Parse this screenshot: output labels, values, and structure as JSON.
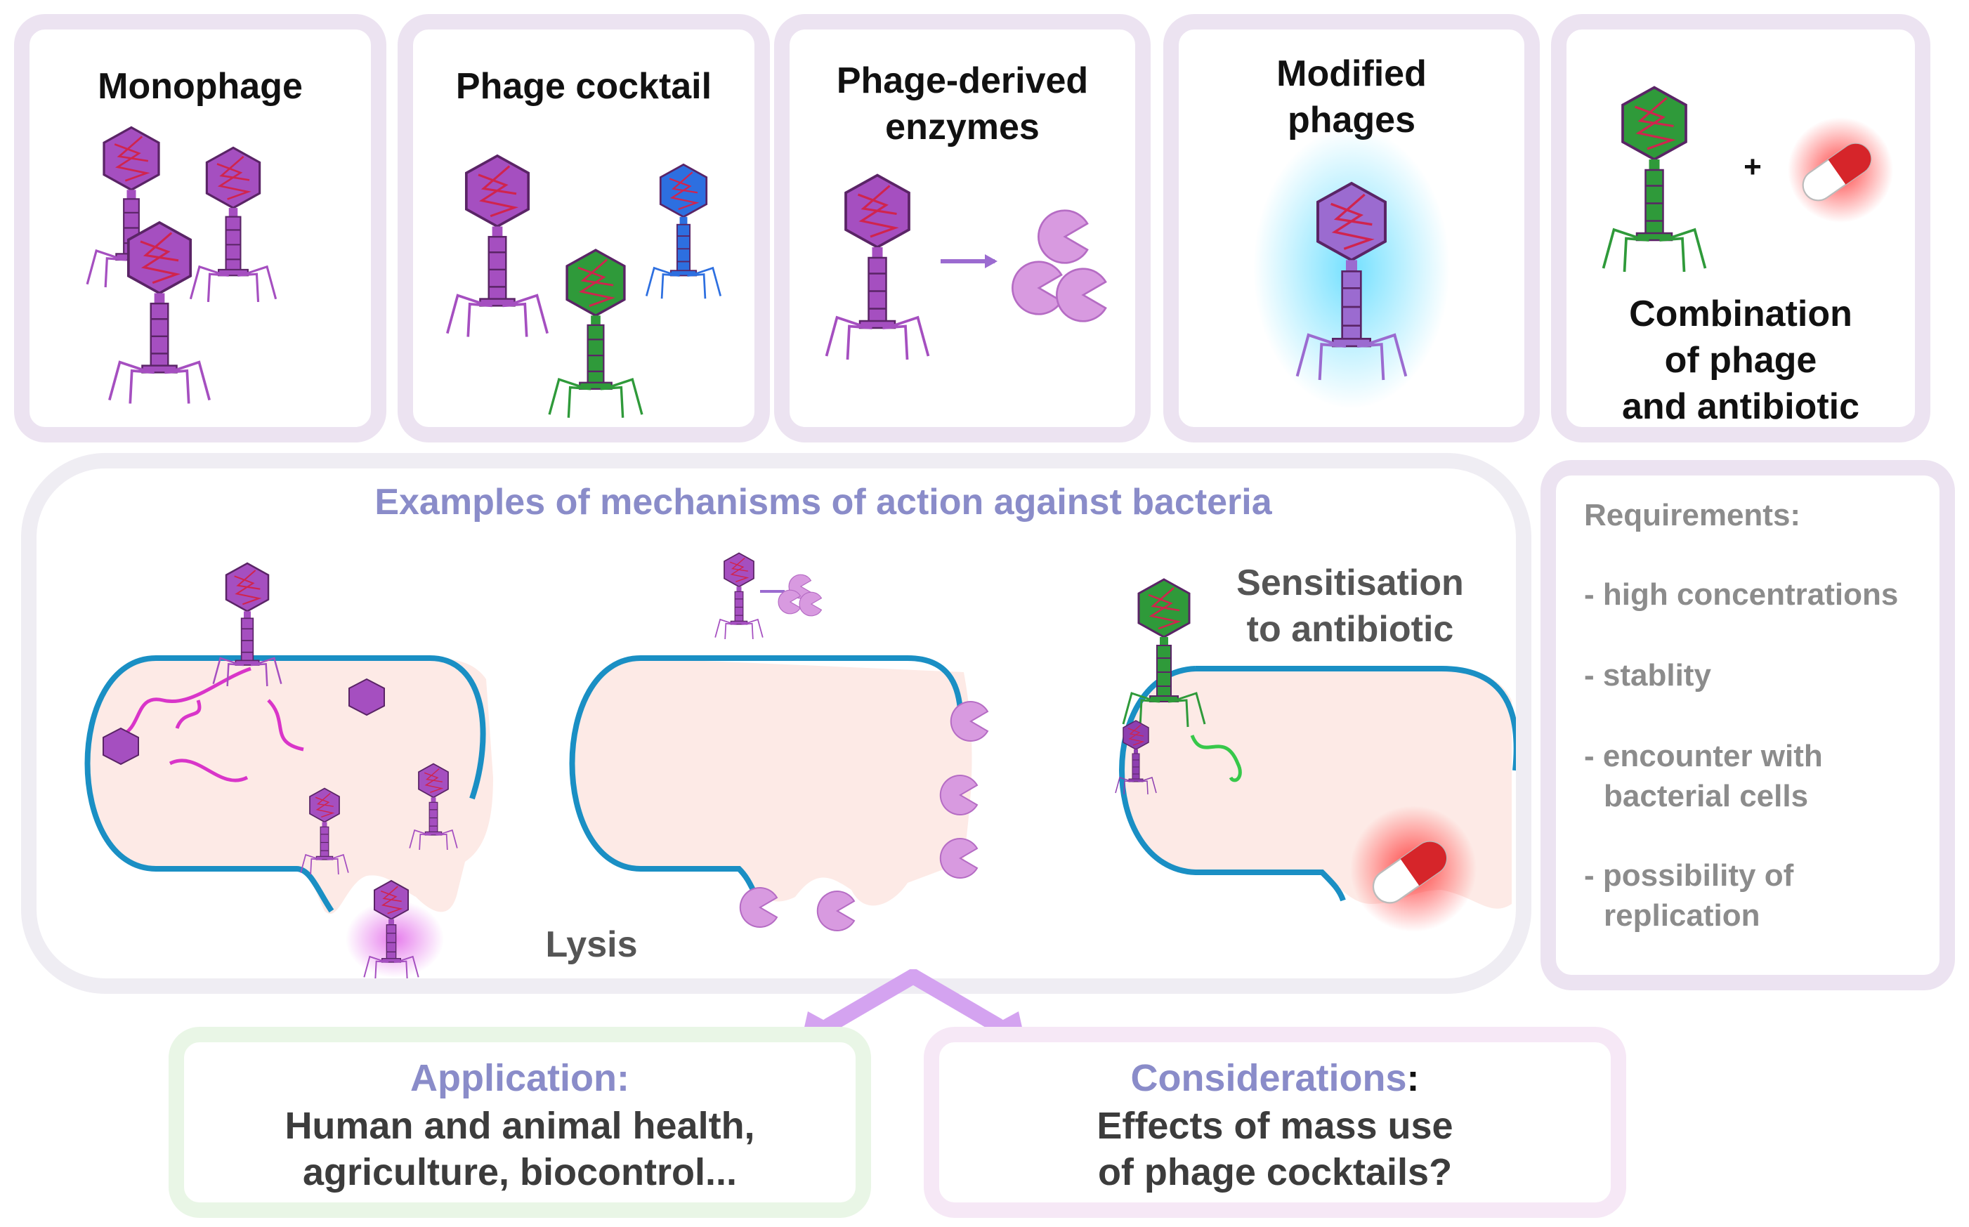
{
  "panels": [
    {
      "title": "Monophage"
    },
    {
      "title": "Phage cocktail"
    },
    {
      "title_line1": "Phage-derived",
      "title_line2": "enzymes"
    },
    {
      "title_line1": "Modified",
      "title_line2": "phages"
    },
    {
      "plus": "+",
      "title_line1": "Combination",
      "title_line2": "of phage",
      "title_line3": "and antibiotic"
    }
  ],
  "mechanisms": {
    "title": "Examples of mechanisms of action against bacteria",
    "lysis_label": "Lysis",
    "sensitisation_line1": "Sensitisation",
    "sensitisation_line2": "to antibiotic"
  },
  "requirements": {
    "title": "Requirements:",
    "items": [
      {
        "line1": "- high concentrations"
      },
      {
        "line1": "- stablity"
      },
      {
        "line1": "- encounter with",
        "line2": "bacterial cells"
      },
      {
        "line1": "- possibility of",
        "line2": "replication"
      }
    ]
  },
  "application": {
    "title": "Application:",
    "line1": "Human and animal health,",
    "line2": "agriculture, biocontrol..."
  },
  "considerations": {
    "title": "Considerations",
    "colon": ":",
    "line1": "Effects of mass use",
    "line2": "of phage cocktails?"
  },
  "colors": {
    "purple_phage": "#a54fc0",
    "green_phage": "#2f9a3a",
    "blue_phage": "#2d6fe0",
    "membrane": "#1a8fc4",
    "cytoplasm": "#fde9e4",
    "heading_blue": "#8a8cc9",
    "panel_border": "#ece3f1",
    "antibiotic_red": "#d6252a"
  }
}
